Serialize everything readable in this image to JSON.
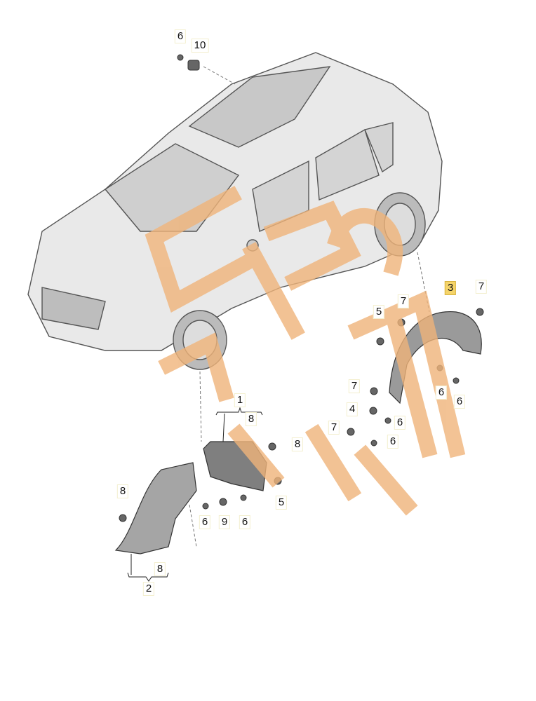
{
  "diagram": {
    "highlight_color": "#f5d46a",
    "watermark_color": "#f0b47a",
    "watermark_text": "EPC parts",
    "callouts": [
      "6",
      "10",
      "3",
      "7",
      "7",
      "5",
      "7",
      "4",
      "6",
      "7",
      "6",
      "6",
      "6",
      "1",
      "8",
      "8",
      "8",
      "5",
      "6",
      "9",
      "6",
      "8",
      "2"
    ]
  }
}
